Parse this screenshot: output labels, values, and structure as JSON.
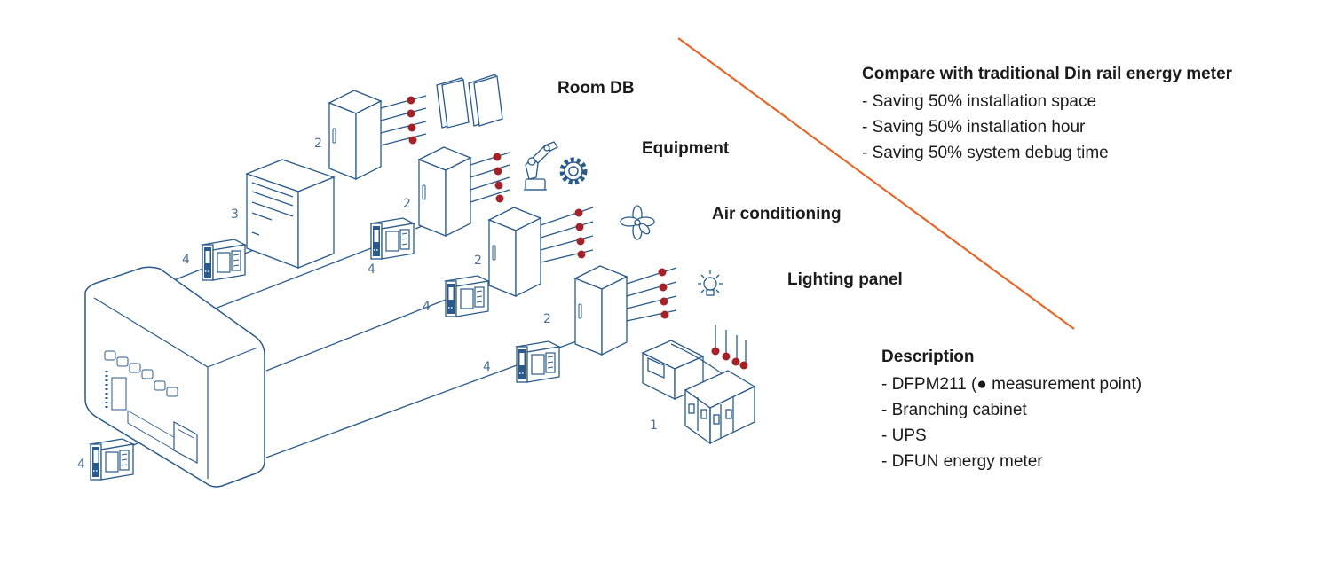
{
  "labels": {
    "room_db": "Room DB",
    "equipment": "Equipment",
    "air_conditioning": "Air conditioning",
    "lighting_panel": "Lighting panel"
  },
  "numbers": {
    "one": "1",
    "two": "2",
    "three": "3",
    "four": "4"
  },
  "compare": {
    "title": "Compare with traditional Din rail energy meter",
    "items": [
      "- Saving 50% installation space",
      "- Saving 50% installation hour",
      "- Saving 50% system debug time"
    ]
  },
  "description": {
    "title": "Description",
    "items": [
      "- DFPM211 (● measurement point)",
      "- Branching cabinet",
      "- UPS",
      "- DFUN energy meter"
    ]
  },
  "colors": {
    "line": "#2a5a8a",
    "point": "#a32127",
    "divider": "#e4682a",
    "number": "#4a6f9a"
  },
  "icons": [
    "ups-icon",
    "cabinet-icon",
    "meter-icon",
    "panel-booklet-icon",
    "robot-arm-icon",
    "gear-icon",
    "fan-icon",
    "light-bulb-icon",
    "breaker-icon"
  ]
}
